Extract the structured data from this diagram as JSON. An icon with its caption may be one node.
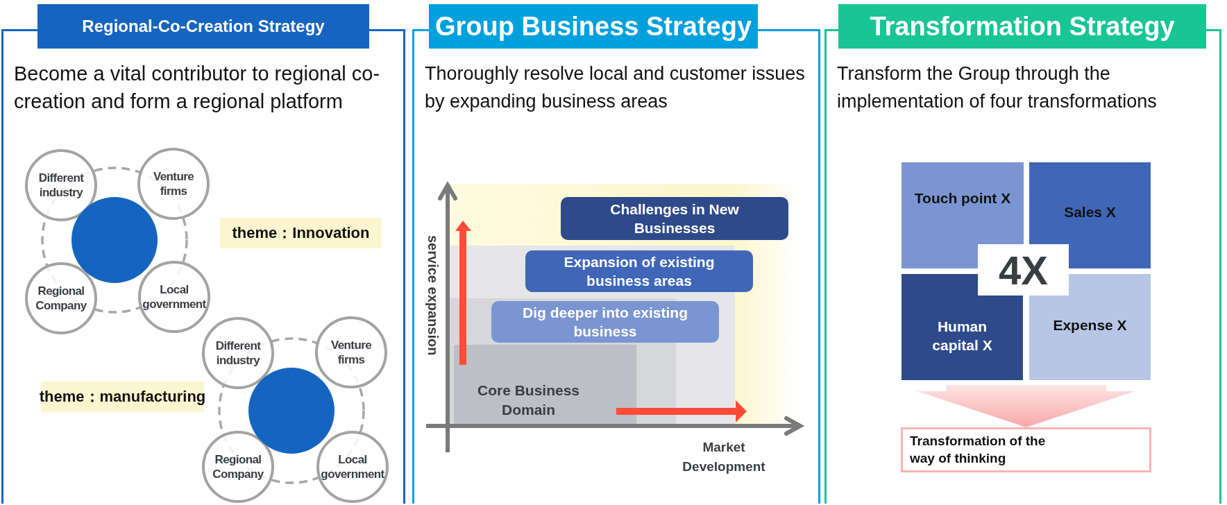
{
  "diagram": {
    "nodes": [
      {
        "text": [
          "Regional-Co-Creation Strategy",
          "Become a vital contributor to regional co-creation and form a regional platform"
        ]
      },
      {
        "text": [
          "Different industry"
        ],
        "in": 0
      },
      {
        "text": [
          "Venture firms"
        ],
        "in": 0
      },
      {
        "text": [],
        "shape": "circle",
        "in": 0
      },
      {
        "text": [
          "Regional Company"
        ],
        "in": 0
      },
      {
        "text": [
          "Local government"
        ],
        "in": 0
      },
      {
        "text": [
          "theme：Innovation"
        ],
        "in": 0
      },
      {
        "text": [
          "Different industry"
        ],
        "in": 0
      },
      {
        "text": [
          "Venture firms"
        ],
        "in": 0
      },
      {
        "text": [
          "theme：manufacturing"
        ],
        "in": 0
      },
      {
        "text": [],
        "shape": "circle",
        "in": 0
      },
      {
        "text": [
          "Regional Company"
        ],
        "in": 0
      },
      {
        "text": [
          "Local government"
        ],
        "in": 0
      },
      {
        "text": [
          "Group Business Strategy",
          "Thoroughly resolve local and customer issues by expanding business areas"
        ]
      },
      {
        "text": [
          "Challenges in New Businesses"
        ],
        "in": 13
      },
      {
        "text": [
          "Expansion of existing business areas"
        ],
        "in": 13
      },
      {
        "text": [
          "Dig deeper into existing business"
        ],
        "in": 13
      },
      {
        "text": [
          "Core Business Domain"
        ],
        "in": 13
      },
      {
        "text": [
          "Transformation Strategy",
          "Transform the Group through the implementation of four transformations"
        ]
      },
      {
        "text": [
          "Touch point X"
        ],
        "in": 18
      },
      {
        "text": [
          "Sales X"
        ],
        "in": 18
      },
      {
        "text": [
          "4X"
        ],
        "in": 18
      },
      {
        "text": [
          "Human capital X"
        ],
        "in": 18
      },
      {
        "text": [
          "Expense X"
        ],
        "in": 18
      },
      {
        "text": [
          "Transformation of the way of thinking"
        ],
        "in": 18
      }
    ],
    "edges": [
      {
        "from": null,
        "to": 24,
        "arrow": "to"
      }
    ],
    "labels": [
      "service expansion",
      "Market Development"
    ]
  }
}
